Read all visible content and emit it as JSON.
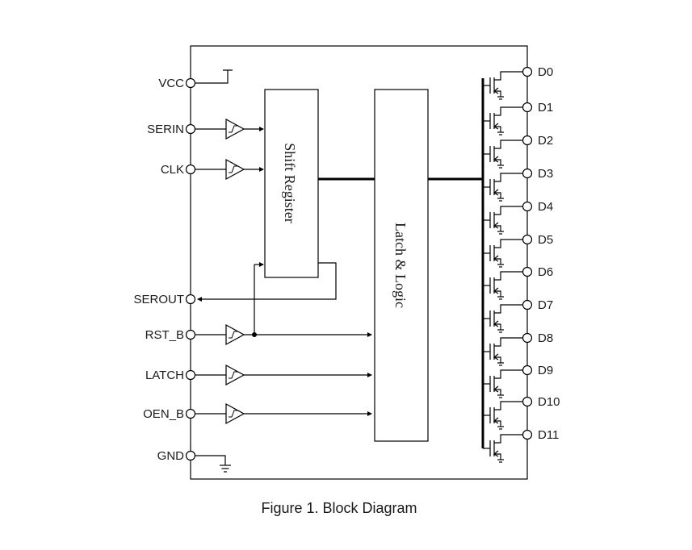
{
  "left_pins": [
    {
      "name": "VCC"
    },
    {
      "name": "SERIN"
    },
    {
      "name": "CLK"
    },
    {
      "name": "SEROUT"
    },
    {
      "name": "RST_B"
    },
    {
      "name": "LATCH"
    },
    {
      "name": "OEN_B"
    },
    {
      "name": "GND"
    }
  ],
  "right_pins": [
    "D0",
    "D1",
    "D2",
    "D3",
    "D4",
    "D5",
    "D6",
    "D7",
    "D8",
    "D9",
    "D10",
    "D11"
  ],
  "blocks": {
    "shift_register": "Shift Register",
    "latch_logic": "Latch & Logic"
  },
  "caption": "Figure 1. Block Diagram"
}
